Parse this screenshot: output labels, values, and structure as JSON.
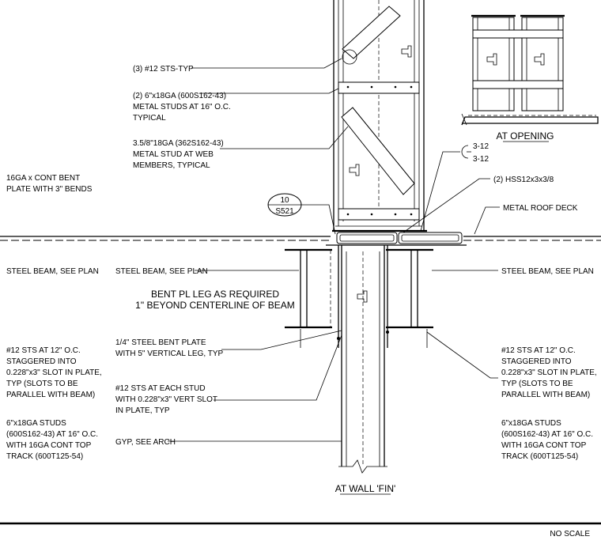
{
  "callouts": {
    "sts_typ": "(3) #12 STS-TYP",
    "studs_600": [
      "(2) 6\"x18GA (600S162-43)",
      "METAL STUDS AT 16\" O.C.",
      "TYPICAL"
    ],
    "studs_362": [
      "3.5/8\"18GA (362S162-43)",
      "METAL STUD AT WEB",
      "MEMBERS, TYPICAL"
    ],
    "bent_plate_16ga": [
      "16GA x CONT BENT",
      "PLATE WITH 3\" BENDS"
    ],
    "hss": "(2) HSS12x3x3/8",
    "roof_deck": "METAL ROOF DECK",
    "steel_beam_left": "STEEL BEAM, SEE PLAN",
    "steel_beam_mid": "STEEL BEAM, SEE PLAN",
    "steel_beam_right": "STEEL BEAM, SEE PLAN",
    "bent_pl_leg": [
      "BENT PL LEG AS REQUIRED",
      "1\" BEYOND CENTERLINE OF BEAM"
    ],
    "steel_bent_plate": [
      "1/4\" STEEL BENT PLATE",
      "WITH 5\" VERTICAL LEG, TYP"
    ],
    "sts_each_stud": [
      "#12 STS AT EACH STUD",
      "WITH 0.228\"x3\" VERT SLOT",
      "IN PLATE, TYP"
    ],
    "gyp": "GYP, SEE ARCH",
    "sts_left": [
      "#12 STS AT 12\" O.C.",
      "STAGGERED INTO",
      "0.228\"x3\" SLOT IN PLATE,",
      "TYP (SLOTS TO BE",
      "PARALLEL WITH BEAM)"
    ],
    "sts_right": [
      "#12 STS AT 12\" O.C.",
      "STAGGERED INTO",
      "0.228\"x3\" SLOT IN PLATE,",
      "TYP (SLOTS TO BE",
      "PARALLEL WITH BEAM)"
    ],
    "studs_track_left": [
      "6\"x18GA STUDS",
      "(600S162-43) AT 16\" O.C.",
      "WITH 16GA CONT TOP",
      "TRACK (600T125-54)"
    ],
    "studs_track_right": [
      "6\"x18GA STUDS",
      "(600S162-43) AT 16\" O.C.",
      "WITH 16GA CONT TOP",
      "TRACK (600T125-54)"
    ],
    "weld_top": "3-12",
    "weld_bottom": "3-12"
  },
  "section_tag": {
    "number": "10",
    "sheet": "S521"
  },
  "titles": {
    "at_opening": "AT OPENING",
    "at_wall_fin": "AT WALL 'FIN'",
    "scale": "NO SCALE"
  }
}
